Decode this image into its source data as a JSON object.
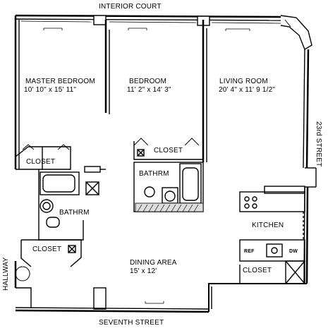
{
  "streets": {
    "top": "INTERIOR COURT",
    "right": "23rd STREET",
    "bottom": "SEVENTH STREET",
    "left": "HALLWAY"
  },
  "rooms": {
    "master_bedroom": {
      "name": "MASTER BEDROOM",
      "size": "10' 10\" x 15' 11\""
    },
    "bedroom": {
      "name": "BEDROOM",
      "size": "11' 2\" x 14' 3\""
    },
    "living_room": {
      "name": "LIVING ROOM",
      "size": "20' 4\" x 11' 9 1/2\""
    },
    "dining_area": {
      "name": "DINING AREA",
      "size": "15' x 12'"
    },
    "kitchen": {
      "name": "KITCHEN"
    },
    "bathrm_upper": {
      "name": "BATHRM"
    },
    "bathrm_lower": {
      "name": "BATHRM"
    },
    "closet_master": {
      "name": "CLOSET"
    },
    "closet_bedroom": {
      "name": "CLOSET"
    },
    "closet_hall": {
      "name": "CLOSET"
    },
    "closet_kitchen": {
      "name": "CLOSET"
    }
  },
  "appliances": {
    "refrigerator": "REF",
    "dishwasher": "DW"
  }
}
